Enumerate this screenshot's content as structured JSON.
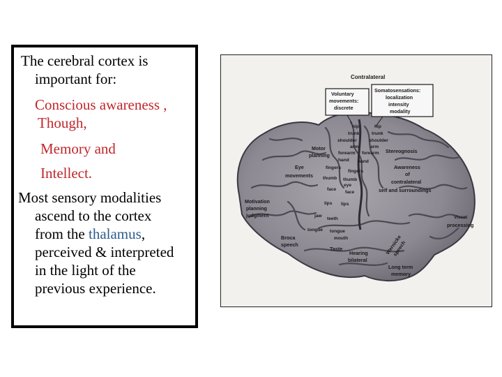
{
  "text_panel": {
    "lines": [
      " The cerebral cortex is",
      "important for:",
      "Conscious awareness ,",
      "Though,",
      "Memory and",
      "Intellect."
    ],
    "sentence2": {
      "l1": "Most sensory modalities",
      "l2": "ascend to the cortex",
      "l3a": "from the ",
      "l3b": "thalamus",
      "l3c": ",",
      "l4": "perceived & interpreted",
      "l5": "in the light of the",
      "l6": "previous experience."
    }
  },
  "figure": {
    "contralateral": "Contralateral",
    "voluntary_box": [
      "Voluntary",
      "movements:",
      "discrete"
    ],
    "somato_box": [
      "Somatosensations:",
      "localization",
      "intensity",
      "modality"
    ],
    "motor_planning": [
      "Motor",
      "planning"
    ],
    "eye_movements": [
      "Eye",
      "movements"
    ],
    "motivation": [
      "Motivation",
      "planning",
      "judgment"
    ],
    "broca": [
      "Broca",
      "speech"
    ],
    "motor_strip": [
      "hip",
      "trunk",
      "shoulder",
      "arm",
      "forearm",
      "hand",
      "fingers",
      "thumb",
      "eye",
      "face",
      "lips",
      "jaw",
      "tongue"
    ],
    "sensory_strip": [
      "hip",
      "trunk",
      "shoulder",
      "arm",
      "forearm",
      "hand",
      "fingers",
      "thumb",
      "face",
      "lips",
      "teeth",
      "tongue",
      "mouth"
    ],
    "taste": "Taste",
    "hearing": [
      "Hearing",
      "bilateral"
    ],
    "stereognosis": "Stereognosis",
    "awareness": [
      "Awareness",
      "of",
      "contralateral",
      "self and surroundings"
    ],
    "visual": [
      "Visual",
      "processing"
    ],
    "wernicke": [
      "Wernicke",
      "speech"
    ],
    "long_term": [
      "Long term",
      "memory"
    ]
  },
  "colors": {
    "highlight_red": "#c0262c",
    "highlight_blue": "#2b5c8c",
    "border": "#000000"
  }
}
